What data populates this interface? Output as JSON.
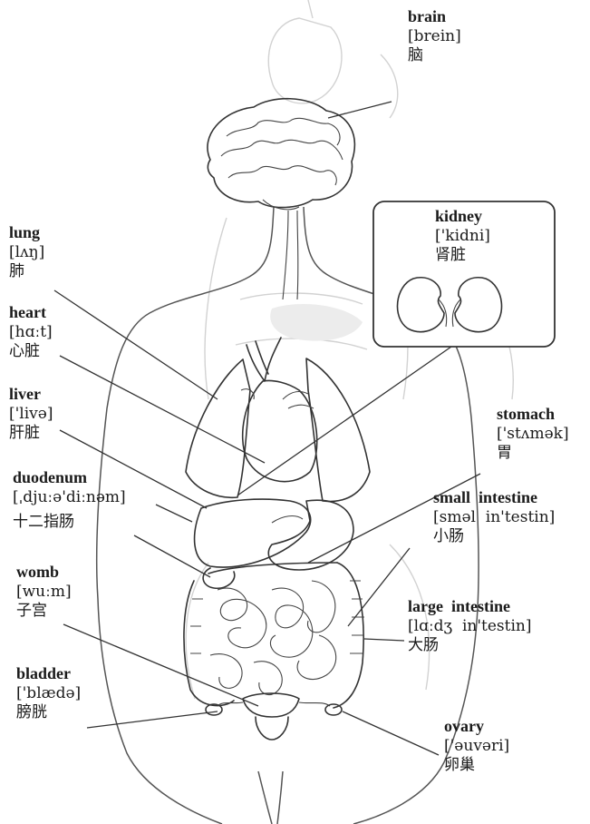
{
  "labels": {
    "brain": {
      "en": "brain",
      "ph": "[brein]",
      "zh": "脑"
    },
    "kidney": {
      "en": "kidney",
      "ph": "['kidni]",
      "zh": "肾脏"
    },
    "lung": {
      "en": "lung",
      "ph": "[lʌŋ]",
      "zh": "肺"
    },
    "heart": {
      "en": "heart",
      "ph": "[hɑːt]",
      "zh": "心脏"
    },
    "liver": {
      "en": "liver",
      "ph": "['livə]",
      "zh": "肝脏"
    },
    "duodenum": {
      "en": "duodenum",
      "ph": "[ˌdjuːə'diːnəm]",
      "zh": "十二指肠"
    },
    "womb": {
      "en": "womb",
      "ph": "[wuːm]",
      "zh": "子宫"
    },
    "bladder": {
      "en": "bladder",
      "ph": "['blædə]",
      "zh": "膀胱"
    },
    "stomach": {
      "en": "stomach",
      "ph": "['stʌmək]",
      "zh": "胃"
    },
    "small_intestine": {
      "en": "small  intestine",
      "ph": "[sməl  in'testin]",
      "zh": "小肠"
    },
    "large_intestine": {
      "en": "large  intestine",
      "ph": "[lɑːdʒ  in'testin]",
      "zh": "大肠"
    },
    "ovary": {
      "en": "ovary",
      "ph": "['əuvəri]",
      "zh": "卵巢"
    }
  }
}
